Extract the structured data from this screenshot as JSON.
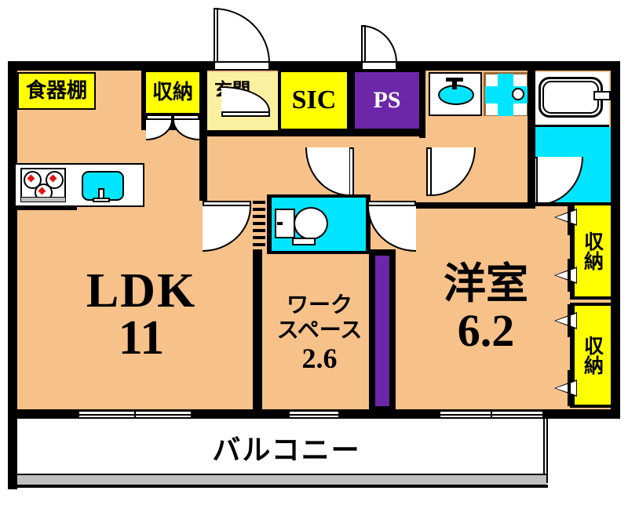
{
  "plan": {
    "type": "japanese-floor-plan",
    "title": "",
    "unit_note": ""
  },
  "rooms": [
    {
      "id": "ldk",
      "label": "LDK",
      "size": "11",
      "kind": "living-dining-kitchen"
    },
    {
      "id": "workspace",
      "label": "ワーク",
      "label2": "スペース",
      "size": "2.6",
      "kind": "work-space"
    },
    {
      "id": "bedroom",
      "label": "洋室",
      "size": "6.2",
      "kind": "western-room"
    },
    {
      "id": "balcony",
      "label": "バルコニー",
      "size": "",
      "kind": "balcony"
    }
  ],
  "labels": {
    "cupboard": "食器棚",
    "closet_entry": "収納",
    "genkan": "玄関",
    "sic": "SIC",
    "ps": "PS",
    "closet_upper": "収納",
    "closet_lower": "収納",
    "ldk_name": "LDK",
    "ldk_size": "11",
    "ws_line1": "ワーク",
    "ws_line2": "スペース",
    "ws_size": "2.6",
    "bedroom_name": "洋室",
    "bedroom_size": "6.2",
    "balcony": "バルコニー"
  },
  "fixtures": [
    {
      "name": "gas-stove-three-burner",
      "room": "ldk"
    },
    {
      "name": "kitchen-sink",
      "room": "ldk"
    },
    {
      "name": "toilet",
      "room": "toilet-room"
    },
    {
      "name": "washbasin",
      "room": "washroom"
    },
    {
      "name": "washing-machine-pan",
      "room": "washroom"
    },
    {
      "name": "bathtub",
      "room": "bathroom"
    }
  ],
  "colors": {
    "floor": "#f7c18a",
    "storage": "#ffff00",
    "genkan": "#faf0a0",
    "pipe_space": "#6b27a8",
    "wet_area": "#00e5ff",
    "wall": "#000000",
    "balcony_rail": "#bfbfbf",
    "white": "#ffffff"
  }
}
